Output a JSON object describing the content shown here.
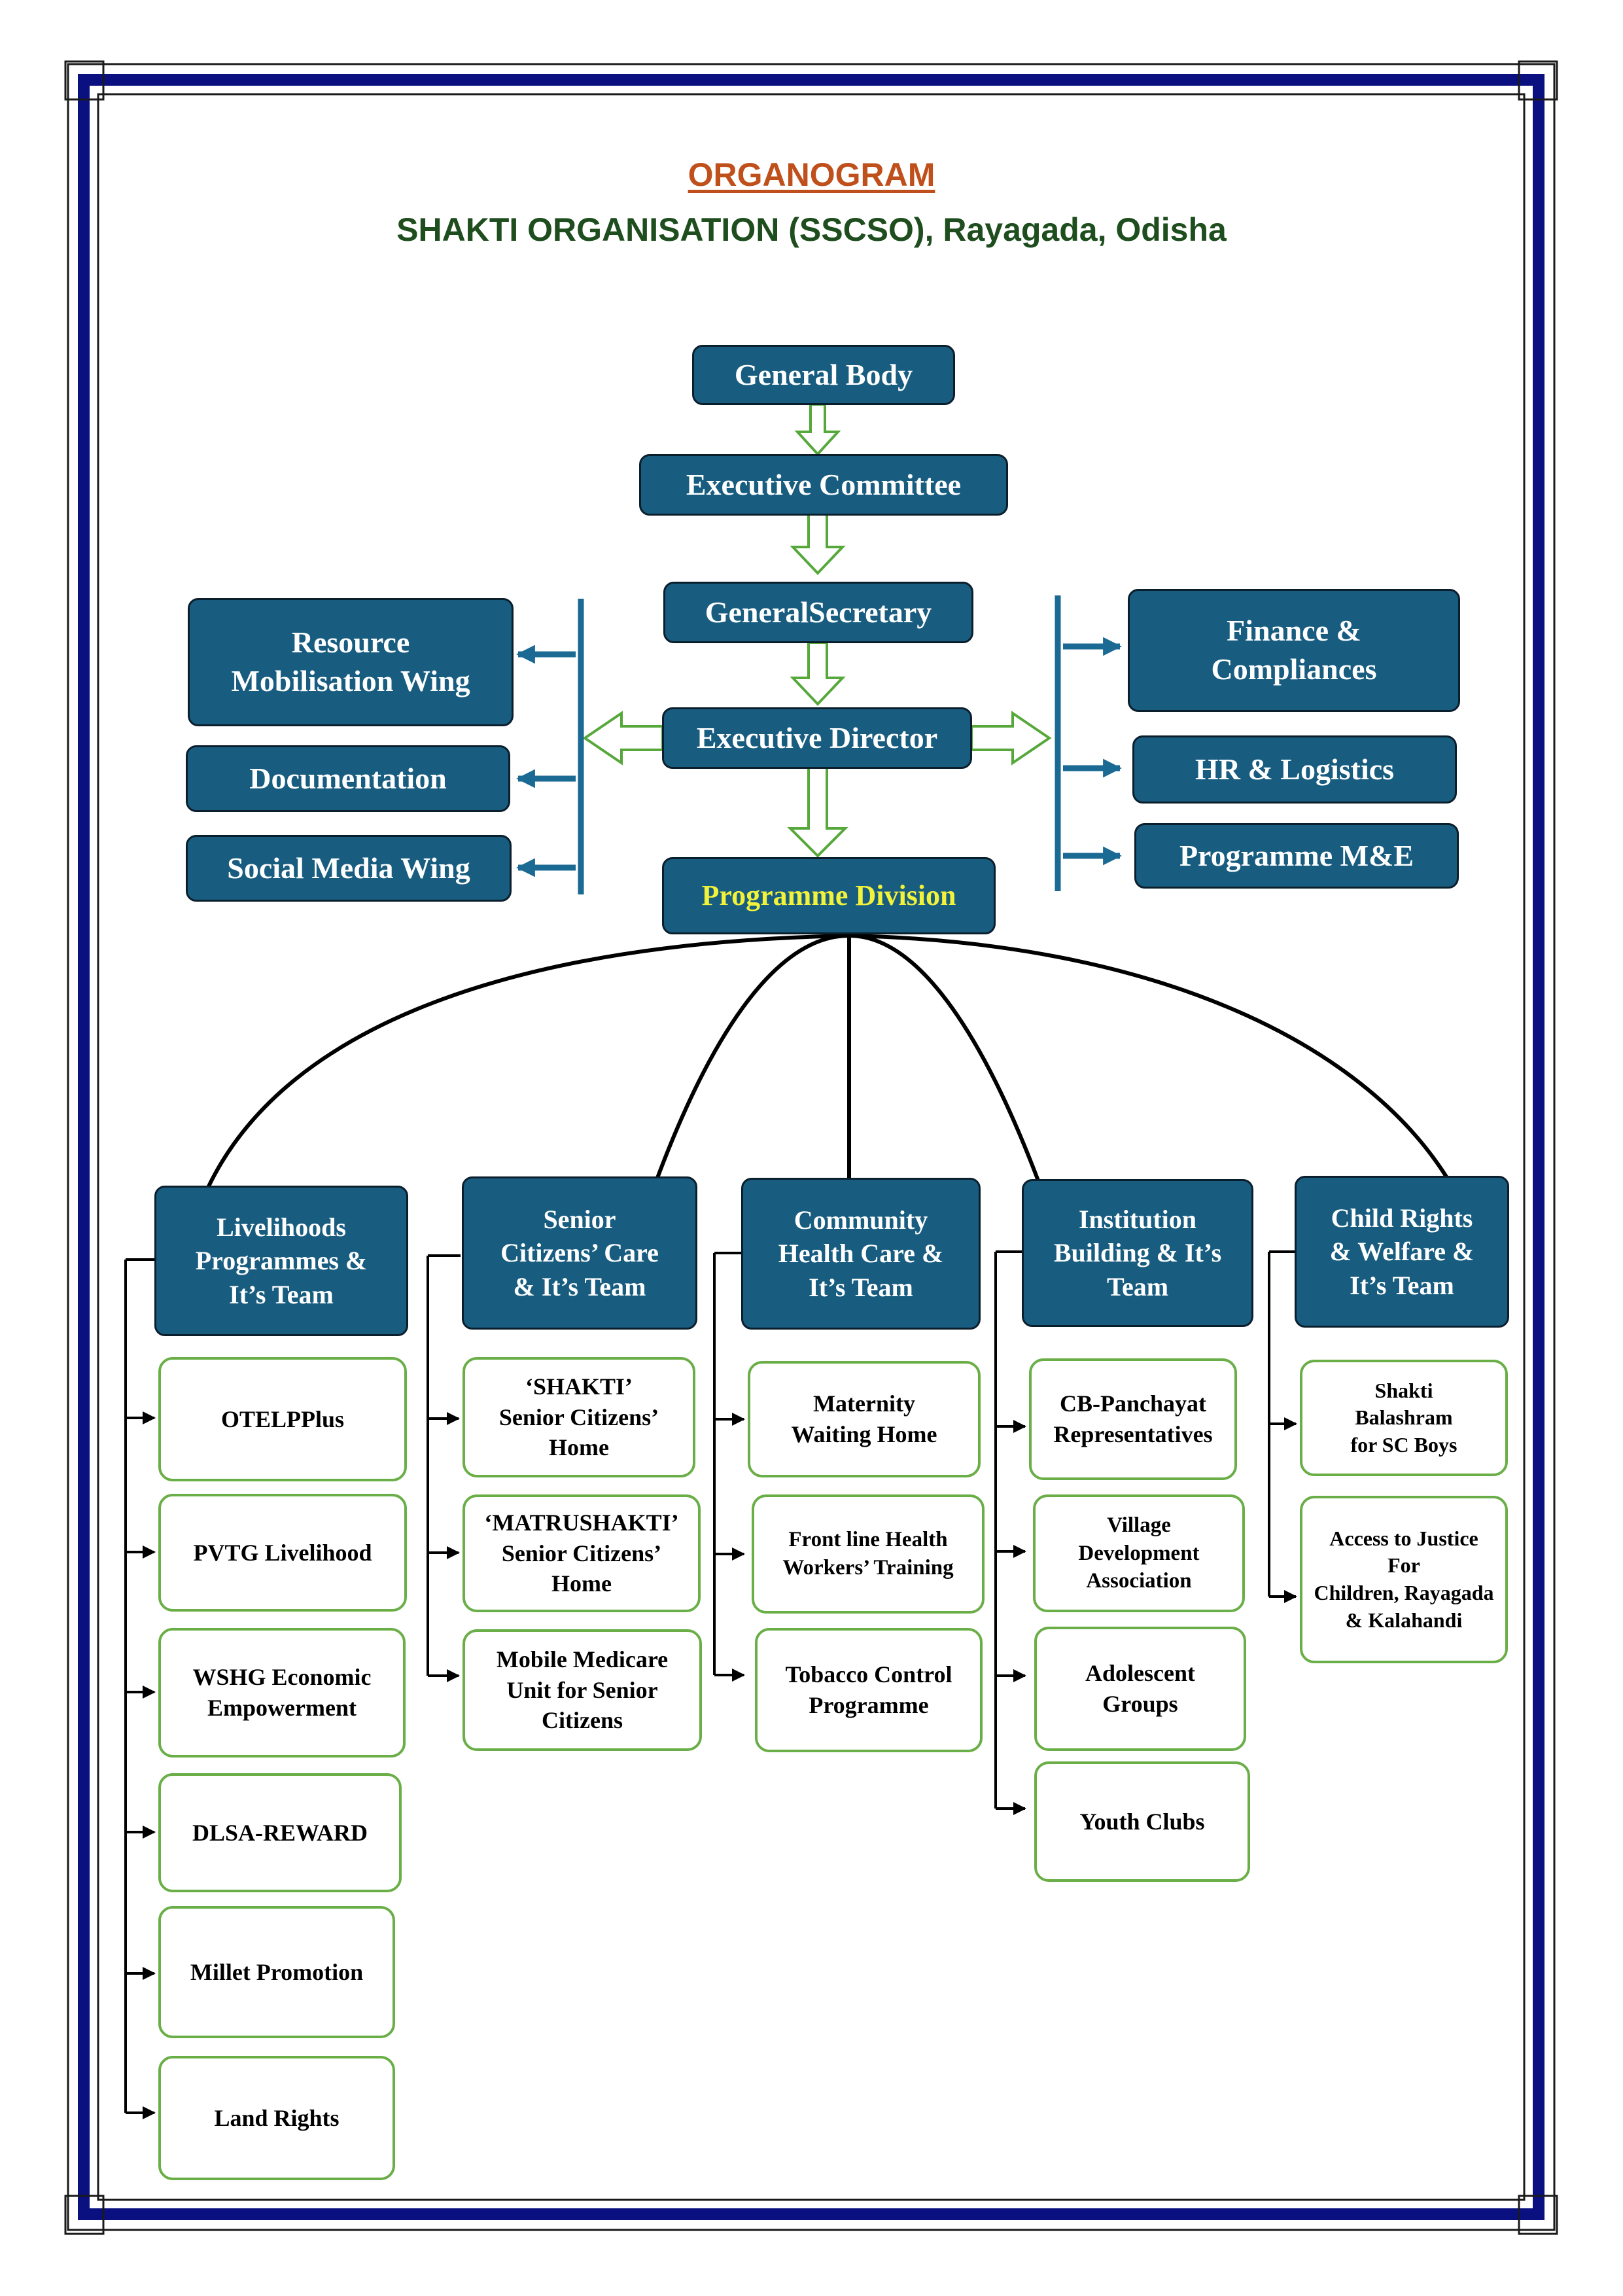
{
  "title": "ORGANOGRAM",
  "subtitle": "SHAKTI ORGANISATION (SSCSO), Rayagada, Odisha",
  "colors": {
    "border_navy": "#0a1080",
    "box_fill": "#185d80",
    "box_border": "#0b1e2c",
    "green_outline": "#6aae47",
    "title_orange": "#c0501b",
    "subtitle_green": "#1e4d1e",
    "highlight_yellow": "#f2f23a"
  },
  "chain": {
    "general_body": "General Body",
    "executive_committee": "Executive Committee",
    "general_secretary": "GeneralSecretary",
    "executive_director": "Executive Director",
    "programme_division": "Programme Division"
  },
  "left_wings": [
    "Resource\nMobilisation Wing",
    "Documentation",
    "Social Media Wing"
  ],
  "right_wings": [
    "Finance &\nCompliances",
    "HR & Logistics",
    "Programme M&E"
  ],
  "divisions": [
    {
      "head": "Livelihoods\nProgrammes &\nIt’s Team",
      "items": [
        "OTELPPlus",
        "PVTG Livelihood",
        "WSHG Economic\nEmpowerment",
        "DLSA-REWARD",
        "Millet Promotion",
        "Land Rights"
      ]
    },
    {
      "head": "Senior\nCitizens’ Care\n& It’s Team",
      "items": [
        "‘SHAKTI’\nSenior Citizens’\nHome",
        "‘MATRUSHAKTI’\nSenior Citizens’\nHome",
        "Mobile Medicare\nUnit for Senior\nCitizens"
      ]
    },
    {
      "head": "Community\nHealth Care &\nIt’s Team",
      "items": [
        "Maternity\nWaiting Home",
        "Front line Health\nWorkers’ Training",
        "Tobacco Control\nProgramme"
      ]
    },
    {
      "head": "Institution\nBuilding & It’s\nTeam",
      "items": [
        "CB-Panchayat\nRepresentatives",
        "Village\nDevelopment\nAssociation",
        "Adolescent\nGroups",
        "Youth Clubs"
      ]
    },
    {
      "head": "Child Rights\n& Welfare &\nIt’s Team",
      "items": [
        "Shakti\nBalashram\nfor SC Boys",
        "Access to Justice\nFor\nChildren, Rayagada\n& Kalahandi"
      ]
    }
  ]
}
